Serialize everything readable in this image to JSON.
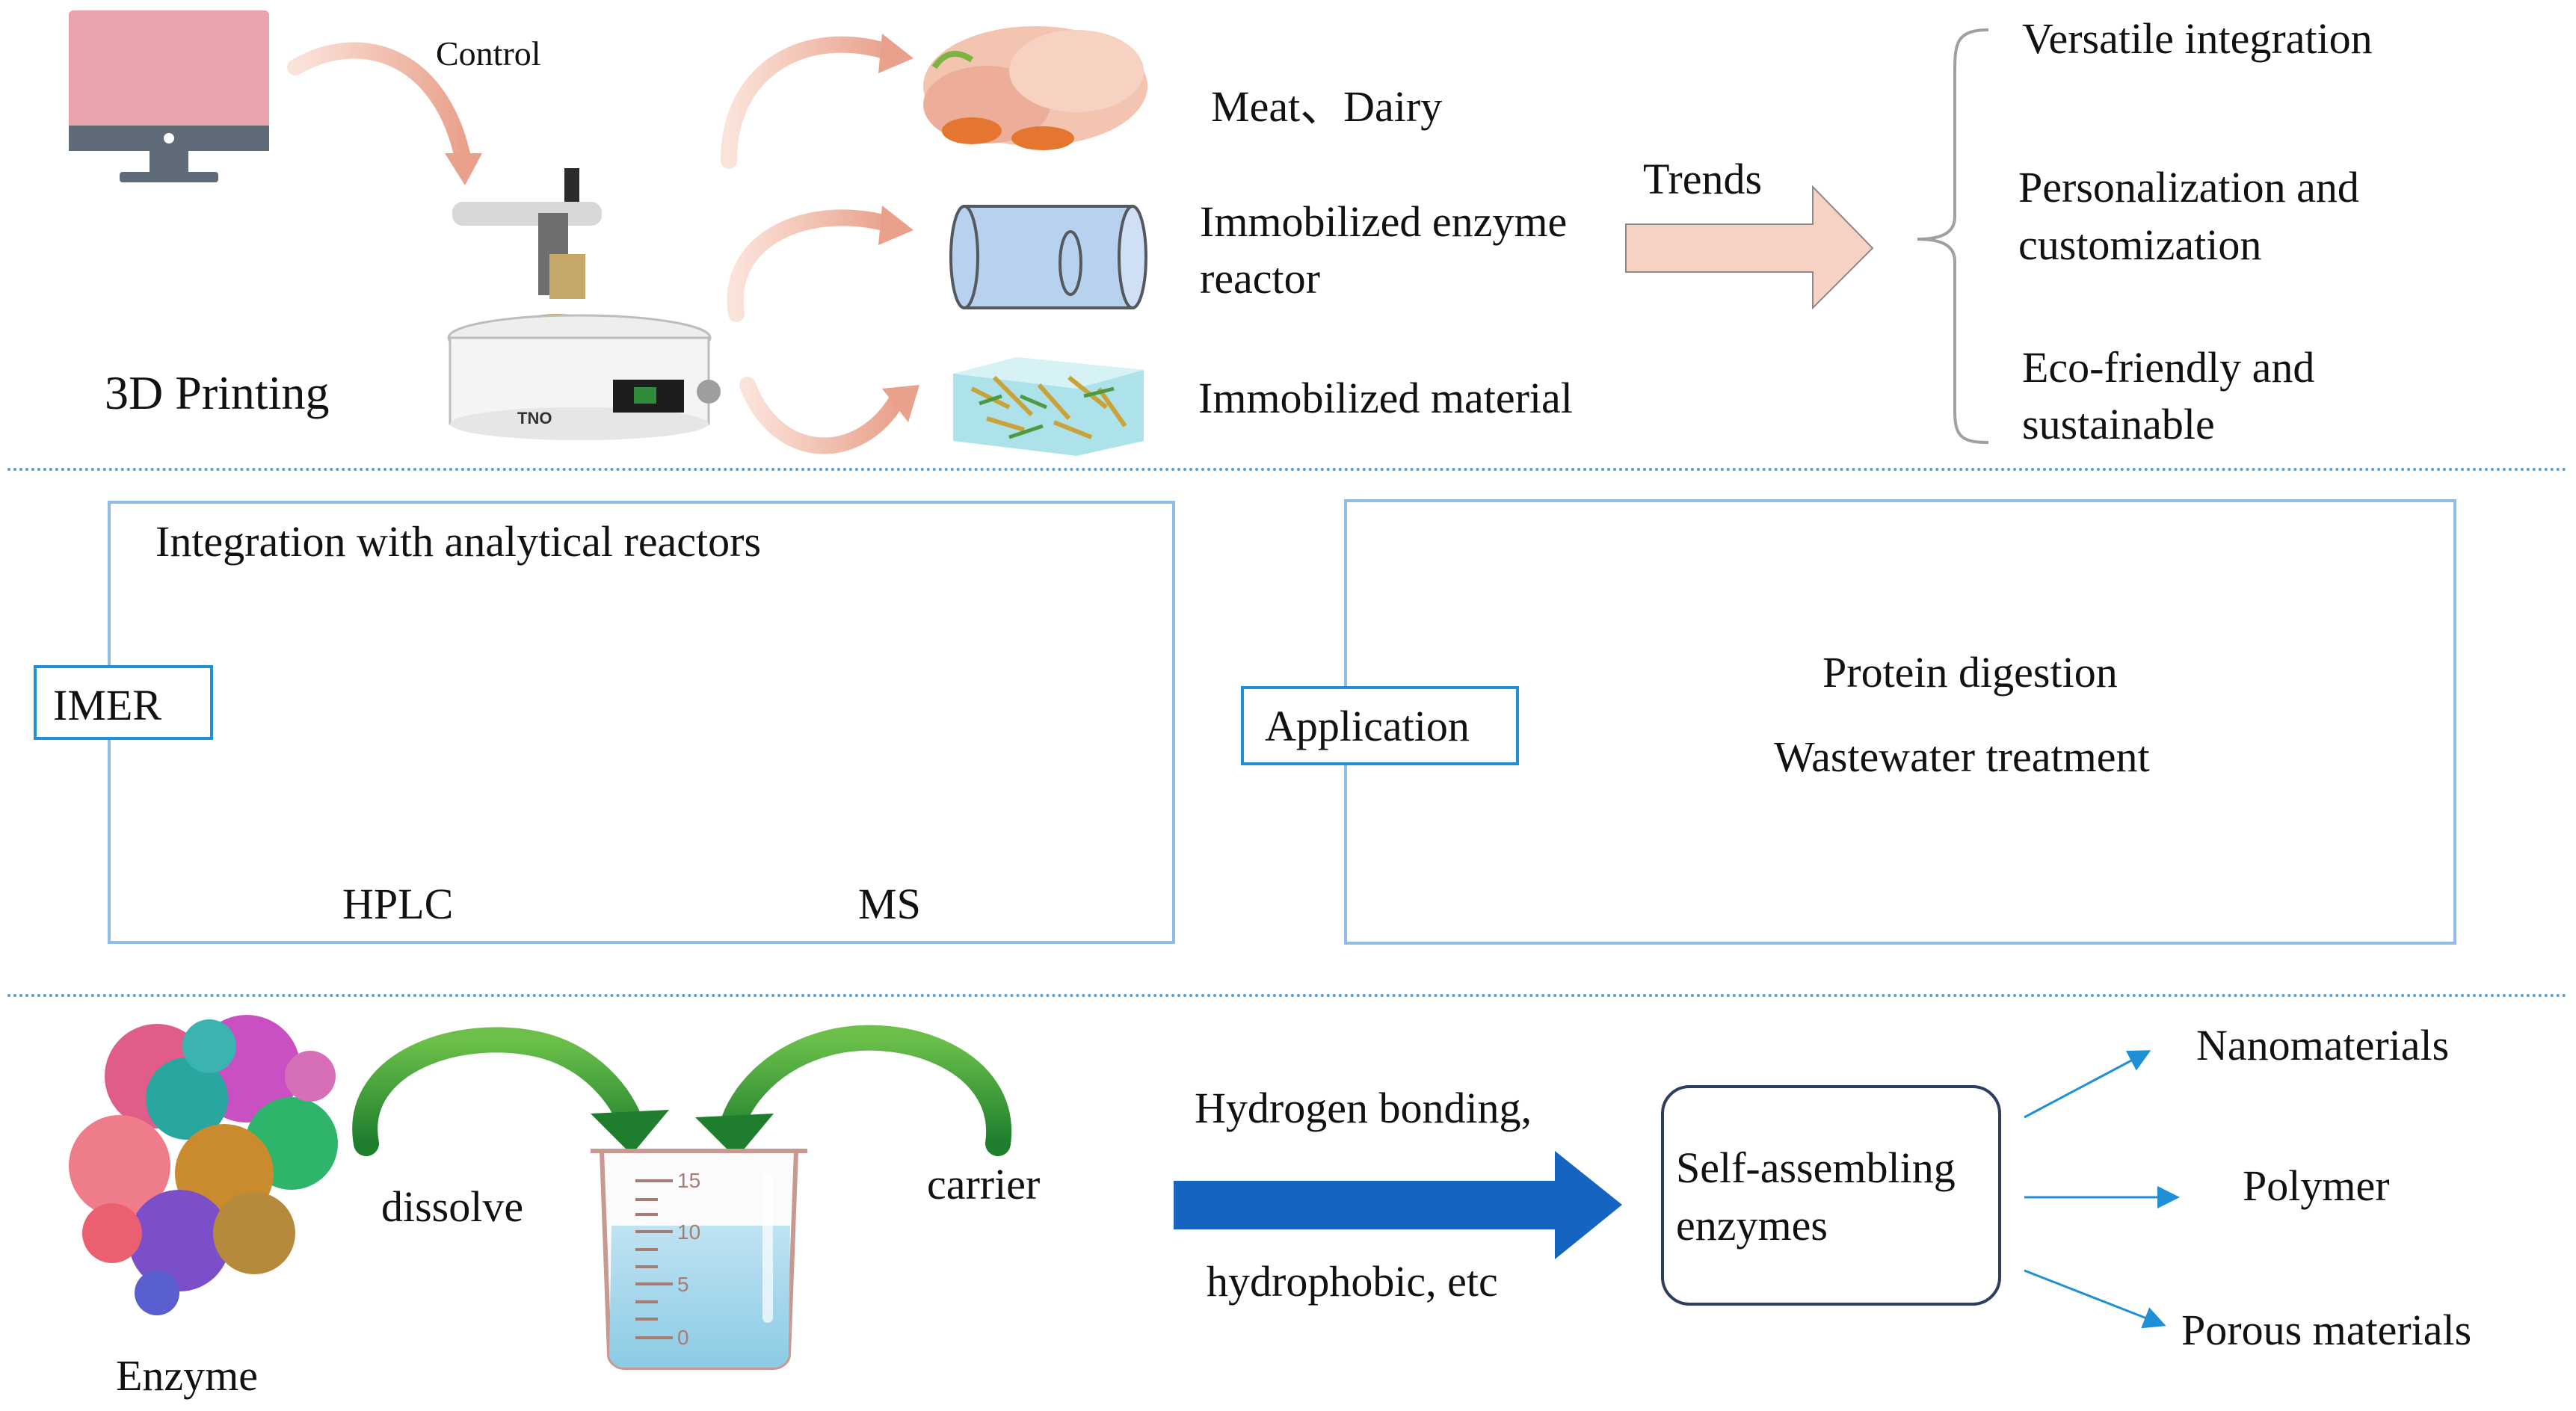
{
  "top": {
    "control_label": "Control",
    "printing_label": "3D Printing",
    "outputs": {
      "meat_dairy": "Meat、Dairy",
      "enzyme_reactor_line1": "Immobilized enzyme",
      "enzyme_reactor_line2": "reactor",
      "material": "Immobilized material"
    },
    "trends_label": "Trends",
    "trends": {
      "item1": "Versatile integration",
      "item2_line1": "Personalization and",
      "item2_line2": "customization",
      "item3_line1": "Eco-friendly and",
      "item3_line2": "sustainable"
    }
  },
  "middle": {
    "imer_label": "IMER",
    "integration_title": "Integration with analytical reactors",
    "hplc_label": "HPLC",
    "ms_label": "MS",
    "application_label": "Application",
    "protein_digestion": "Protein digestion",
    "wastewater": "Wastewater treatment"
  },
  "bottom": {
    "enzyme_label": "Enzyme",
    "dissolve_label": "dissolve",
    "carrier_label": "carrier",
    "beaker_ticks": [
      "15",
      "10",
      "5",
      "0"
    ],
    "interaction_line1": "Hydrogen bonding,",
    "interaction_line2": "hydrophobic, etc",
    "self_assembly_line1": "Self-assembling",
    "self_assembly_line2": "enzymes",
    "products": {
      "nano": "Nanomaterials",
      "polymer": "Polymer",
      "porous": "Porous materials"
    }
  },
  "colors": {
    "divider": "#5a9fd8",
    "label_box_border": "#1f8fd6",
    "trend_arrow": "#f6d2c4",
    "blue_arrow": "#1565c0",
    "green_arrow": "#3aa33a",
    "monitor": "#e8a3ad"
  }
}
